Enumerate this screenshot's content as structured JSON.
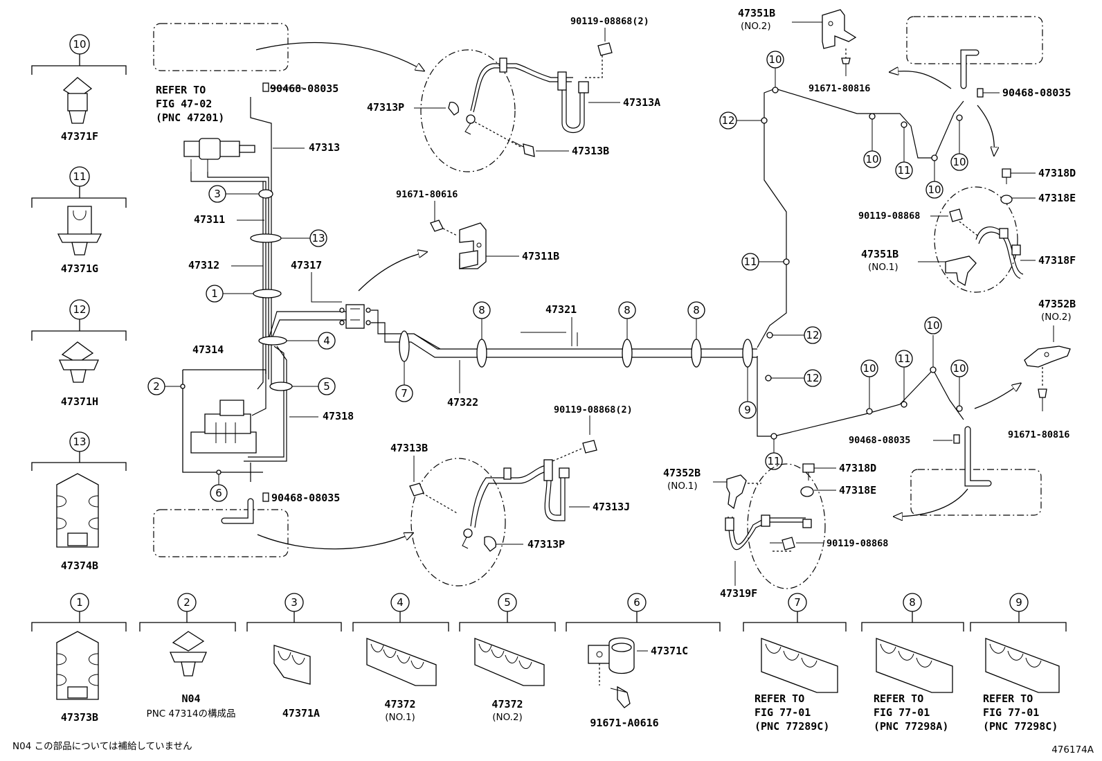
{
  "callouts": {
    "n1": "1",
    "n2": "2",
    "n3": "3",
    "n4": "4",
    "n5": "5",
    "n6": "6",
    "n7": "7",
    "n8": "8",
    "n9": "9",
    "n10": "10",
    "n11": "11",
    "n12": "12",
    "n13": "13"
  },
  "clips_left": {
    "c10": "47371F",
    "c11": "47371G",
    "c12": "47371H",
    "c13": "47374B"
  },
  "clips_bottom": {
    "b1": "47373B",
    "b2_code": "N04",
    "b2_note": "PNC 47314の構成品",
    "b3": "47371A",
    "b4": "47372",
    "b4_sub": "(NO.1)",
    "b5": "47372",
    "b5_sub": "(NO.2)",
    "b6_a": "47371C",
    "b6_b": "91671-A0616",
    "b7": [
      "REFER TO",
      "FIG 77-01",
      "(PNC 77289C)"
    ],
    "b8": [
      "REFER TO",
      "FIG 77-01",
      "(PNC 77298A)"
    ],
    "b9": [
      "REFER TO",
      "FIG 77-01",
      "(PNC 77298C)"
    ]
  },
  "labels": {
    "refer": [
      "REFER TO",
      "FIG 47-02",
      "(PNC 47201)"
    ],
    "p47313": "47313",
    "p47311": "47311",
    "p47312": "47312",
    "p47317": "47317",
    "p47314": "47314",
    "p47318": "47318",
    "p47322": "47322",
    "p47321": "47321",
    "p90468_a": "90468-08035",
    "p90468_b": "90468-08035",
    "p90468_c": "90468-08035",
    "p90468_d": "90468-08035",
    "p90119_a": "90119-08868(2)",
    "p90119_b": "90119-08868(2)",
    "p90119_c": "90119-08868",
    "p90119_d": "90119-08868",
    "p47313P_a": "47313P",
    "p47313P_b": "47313P",
    "p47313A": "47313A",
    "p47313B_a": "47313B",
    "p47313B_b": "47313B",
    "p47313J": "47313J",
    "p91671_80616": "91671-80616",
    "p47311B": "47311B",
    "p47351B_2": "47351B",
    "p47351B_2s": "(NO.2)",
    "p91671_80816_a": "91671-80816",
    "p91671_80816_b": "91671-80816",
    "p47318D_a": "47318D",
    "p47318E_a": "47318E",
    "p47318F": "47318F",
    "p47351B_1": "47351B",
    "p47351B_1s": "(NO.1)",
    "p47352B_2": "47352B",
    "p47352B_2s": "(NO.2)",
    "p47352B_1": "47352B",
    "p47352B_1s": "(NO.1)",
    "p47318D_b": "47318D",
    "p47318E_b": "47318E",
    "p47319F": "47319F"
  },
  "footer": {
    "note": "N04 この部品については補給していません",
    "figure_id": "476174A"
  }
}
